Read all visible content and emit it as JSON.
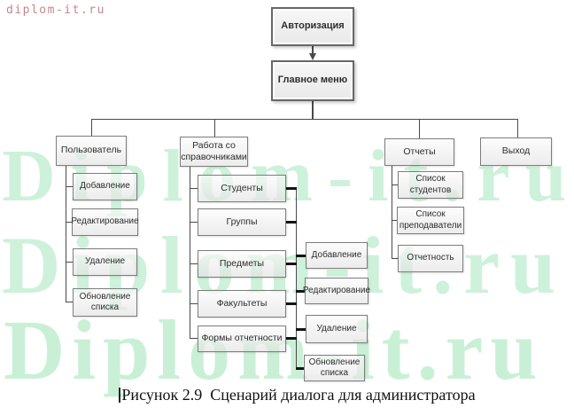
{
  "watermarks": {
    "corner": "diplom-it.ru",
    "large": [
      "Diplom-it.ru",
      "Diplom-it.ru",
      "Diplom-it.ru"
    ]
  },
  "diagram": {
    "authorization": "Авторизация",
    "main_menu": "Главное меню",
    "user": "Пользователь",
    "references": "Работа со справочниками",
    "reports": "Отчеты",
    "exit": "Выход",
    "user_actions": [
      "Добавление",
      "Редактирование",
      "Удаление",
      "Обновление списка"
    ],
    "reference_types": [
      "Студенты",
      "Группы",
      "Предметы",
      "Факультеты",
      "Формы отчетности"
    ],
    "reference_actions": [
      "Добавление",
      "Редактирование",
      "Удаление",
      "Обновление списка"
    ],
    "report_types": [
      "Список студентов",
      "Список преподаватели",
      "Отчетность"
    ]
  },
  "caption": "Рисунок 2.9  Сценарий диалога для администратора",
  "colors": {
    "watermark_green": "#cdf1da",
    "watermark_corner_red": "#c4868c",
    "box_border": "#7d7d7d",
    "box_fill": "#ececec",
    "connector": "#4a4a4a"
  }
}
